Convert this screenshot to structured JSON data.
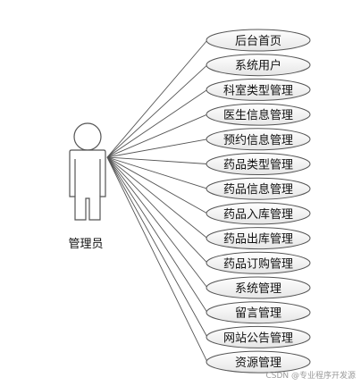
{
  "actor": {
    "label": "管理员",
    "icon": "person-icon"
  },
  "use_cases": [
    "后台首页",
    "系统用户",
    "科室类型管理",
    "医生信息管理",
    "预约信息管理",
    "药品类型管理",
    "药品信息管理",
    "药品入库管理",
    "药品出库管理",
    "药品订购管理",
    "系统管理",
    "留言管理",
    "网站公告管理",
    "资源管理"
  ],
  "watermark": "CSDN @专业程序开发源",
  "colors": {
    "stroke": "#555555",
    "ellipse_fill": "#f4f4f4",
    "actor_fill": "#ffffff",
    "text": "#111111"
  }
}
